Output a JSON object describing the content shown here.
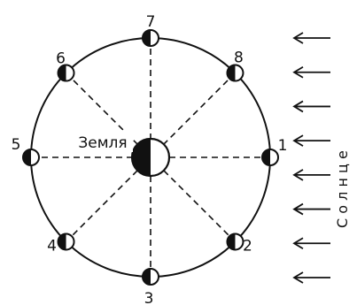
{
  "diagram": {
    "earth_label": "Земля",
    "sun_label": "С о л н ц е",
    "moon_positions": [
      {
        "number": "1",
        "lit_side": "right"
      },
      {
        "number": "2",
        "lit_side": "right"
      },
      {
        "number": "3",
        "lit_side": "right"
      },
      {
        "number": "4",
        "lit_side": "right"
      },
      {
        "number": "5",
        "lit_side": "right"
      },
      {
        "number": "6",
        "lit_side": "right"
      },
      {
        "number": "7",
        "lit_side": "right"
      },
      {
        "number": "8",
        "lit_side": "right"
      }
    ],
    "sun_arrow_count": 8,
    "colors": {
      "line": "#111111",
      "dark": "#111111",
      "light": "#ffffff"
    }
  }
}
